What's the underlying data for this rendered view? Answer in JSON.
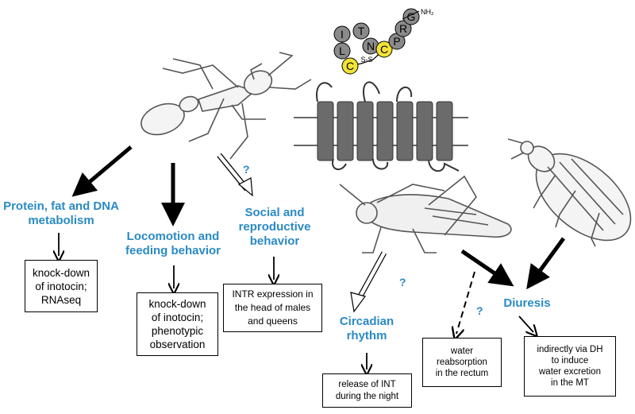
{
  "peptide": {
    "residues": [
      "C",
      "L",
      "I",
      "T",
      "N",
      "C",
      "P",
      "R",
      "G"
    ],
    "c_terminus": "NH₂",
    "disulfide": "S-S"
  },
  "categories": {
    "protein": "Protein, fat and DNA\nmetabolism",
    "locomotion": "Locomotion and\nfeeding behavior",
    "social": "Social and\nreproductive\nbehavior",
    "circadian": "Circadian\nrhythm",
    "diuresis": "Diuresis"
  },
  "evidence": {
    "protein": "knock-down\nof inotocin;\nRNAseq",
    "locomotion": "knock-down\nof inotocin;\nphenotypic\nobservation",
    "social": "INTR expression in\nthe head of males\nand queens",
    "circadian": "release of INT\nduring the night",
    "water": "water\nreabsorption\nin the rectum",
    "indirect": "indirectly via DH\nto induce\nwater excretion\nin the MT"
  },
  "question_mark": "?",
  "colors": {
    "label": "#2a8ac4",
    "residue_gray": "#8a8a8a",
    "residue_yellow": "#f2e335",
    "receptor": "#6b6b6b"
  }
}
